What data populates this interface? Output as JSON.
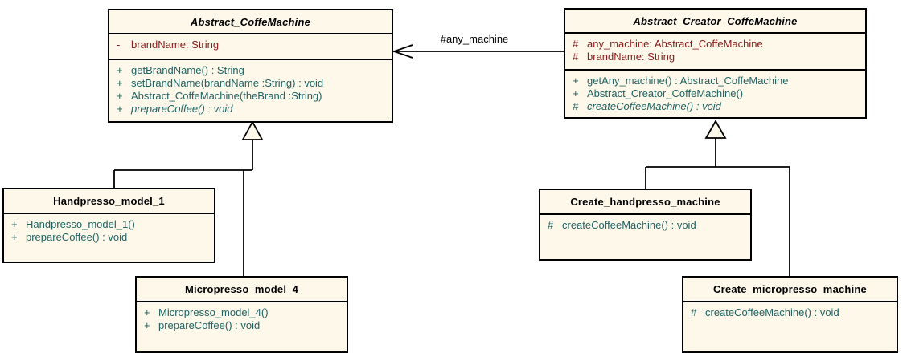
{
  "colors": {
    "box_fill": "#FDF8EA",
    "line": "#000000",
    "title_text": "#000000",
    "attribute_text": "#8B1A1A",
    "method_text": "#1F6363"
  },
  "association": {
    "label": "#any_machine"
  },
  "classes": [
    {
      "name": "Abstract_CoffeMachine",
      "attributes": [
        {
          "vis": "-",
          "text": "brandName: String"
        }
      ],
      "methods": [
        {
          "vis": "+",
          "text": "getBrandName() : String"
        },
        {
          "vis": "+",
          "text": "setBrandName(brandName :String) : void"
        },
        {
          "vis": "+",
          "text": "Abstract_CoffeMachine(theBrand :String)"
        },
        {
          "vis": "+",
          "text": "prepareCoffee() : void"
        }
      ]
    },
    {
      "name": "Abstract_Creator_CoffeMachine",
      "attributes": [
        {
          "vis": "#",
          "text": "any_machine: Abstract_CoffeMachine"
        },
        {
          "vis": "#",
          "text": "brandName: String"
        }
      ],
      "methods": [
        {
          "vis": "+",
          "text": "getAny_machine() : Abstract_CoffeMachine"
        },
        {
          "vis": "+",
          "text": "Abstract_Creator_CoffeMachine()"
        },
        {
          "vis": "#",
          "text": "createCoffeeMachine() : void"
        }
      ]
    },
    {
      "name": "Handpresso_model_1",
      "methods": [
        {
          "vis": "+",
          "text": "Handpresso_model_1()"
        },
        {
          "vis": "+",
          "text": "prepareCoffee() : void"
        }
      ]
    },
    {
      "name": "Micropresso_model_4",
      "methods": [
        {
          "vis": "+",
          "text": "Micropresso_model_4()"
        },
        {
          "vis": "+",
          "text": "prepareCoffee() : void"
        }
      ]
    },
    {
      "name": "Create_handpresso_machine",
      "methods": [
        {
          "vis": "#",
          "text": "createCoffeeMachine() : void"
        }
      ]
    },
    {
      "name": "Create_micropresso_machine",
      "methods": [
        {
          "vis": "#",
          "text": "createCoffeeMachine() : void"
        }
      ]
    }
  ]
}
